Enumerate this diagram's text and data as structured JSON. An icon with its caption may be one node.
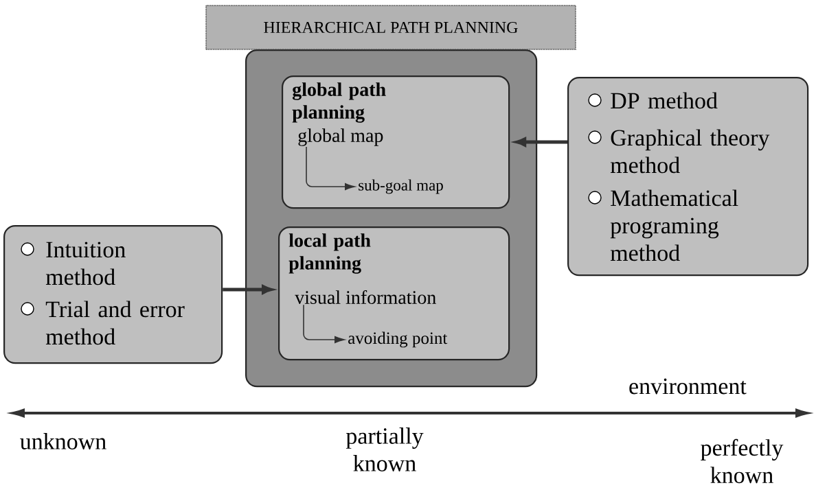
{
  "diagram": {
    "nodes": [
      {
        "text": [
          "HIERARCHICAL PATH PLANNING"
        ]
      },
      {
        "text": [
          "global path planning"
        ],
        "in": 0
      },
      {
        "text": [
          "global map"
        ],
        "in": 1
      },
      {
        "text": [
          "sub-goal map"
        ],
        "in": 1
      },
      {
        "text": [
          "local path planning"
        ],
        "in": 0
      },
      {
        "text": [
          "visual information"
        ],
        "in": 4
      },
      {
        "text": [
          "avoiding point"
        ],
        "in": 4
      },
      {
        "text": [
          "DP method",
          "Graphical theory method",
          "Mathematical programing method"
        ]
      },
      {
        "text": [
          "Intuition method",
          "Trial and error method"
        ]
      }
    ],
    "edges": [
      {
        "from": 2,
        "to": 3,
        "arrow": "to"
      },
      {
        "from": 5,
        "to": 6,
        "arrow": "to"
      },
      {
        "from": 7,
        "to": 1,
        "arrow": "to",
        "style": "thick"
      },
      {
        "from": 8,
        "to": 4,
        "arrow": "to",
        "style": "thick"
      }
    ],
    "labels": [
      "environment",
      "unknown",
      "partially known",
      "perfectly known"
    ]
  }
}
